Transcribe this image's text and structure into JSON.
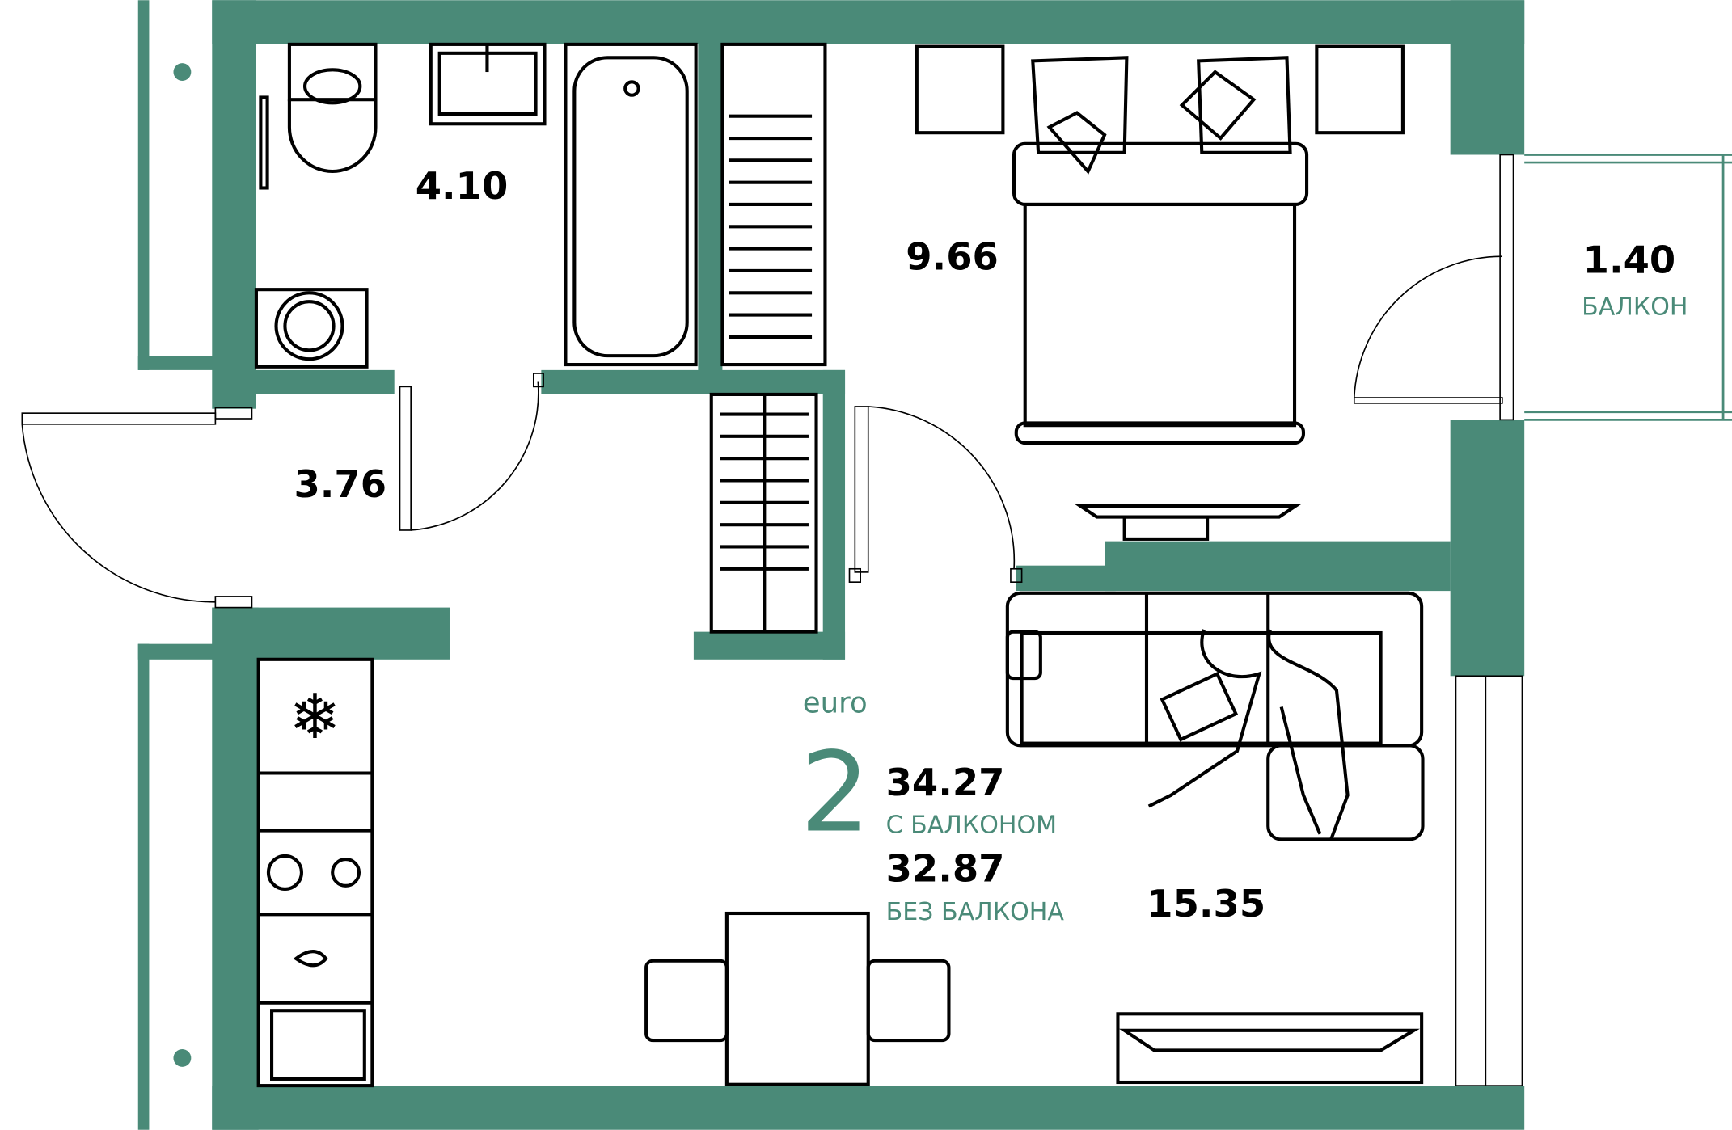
{
  "colors": {
    "wall": "#4a8a78",
    "accent_text": "#4a8a78"
  },
  "rooms": {
    "bathroom": "4.10",
    "hallway": "3.76",
    "bedroom": "9.66",
    "living_kitchen": "15.35",
    "balcony": "1.40",
    "balcony_label": "БАЛКОН"
  },
  "summary": {
    "type_label": "euro",
    "room_count": "2",
    "area_with_balcony": "34.27",
    "with_balcony_label": "С БАЛКОНОМ",
    "area_without_balcony": "32.87",
    "without_balcony_label": "БЕЗ БАЛКОНА"
  },
  "icons": [
    "snowflake-icon"
  ]
}
